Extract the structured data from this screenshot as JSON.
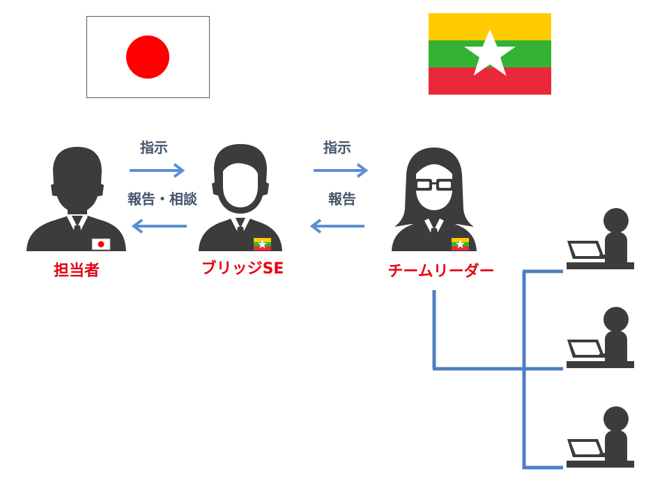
{
  "flags": {
    "japan": {
      "name": "japan",
      "field": "#ffffff",
      "disc": "#ff0000"
    },
    "myanmar": {
      "name": "myanmar",
      "bands": [
        "#fecb00",
        "#34b233",
        "#ea2839"
      ],
      "star": "#ffffff"
    }
  },
  "arrows": {
    "instruct_1": "指示",
    "instruct_2": "指示",
    "report_consult": "報告・相談",
    "report": "報告"
  },
  "people": {
    "person_in_charge": "担当者",
    "bridge_se": "ブリッジSE",
    "team_leader": "チームリーダー"
  },
  "colors": {
    "figure": "#3c3c3c",
    "arrow": "#5b8fd1",
    "tree_line": "#4f7fbf",
    "label_red": "#e60012",
    "label_blue": "#44546a"
  }
}
